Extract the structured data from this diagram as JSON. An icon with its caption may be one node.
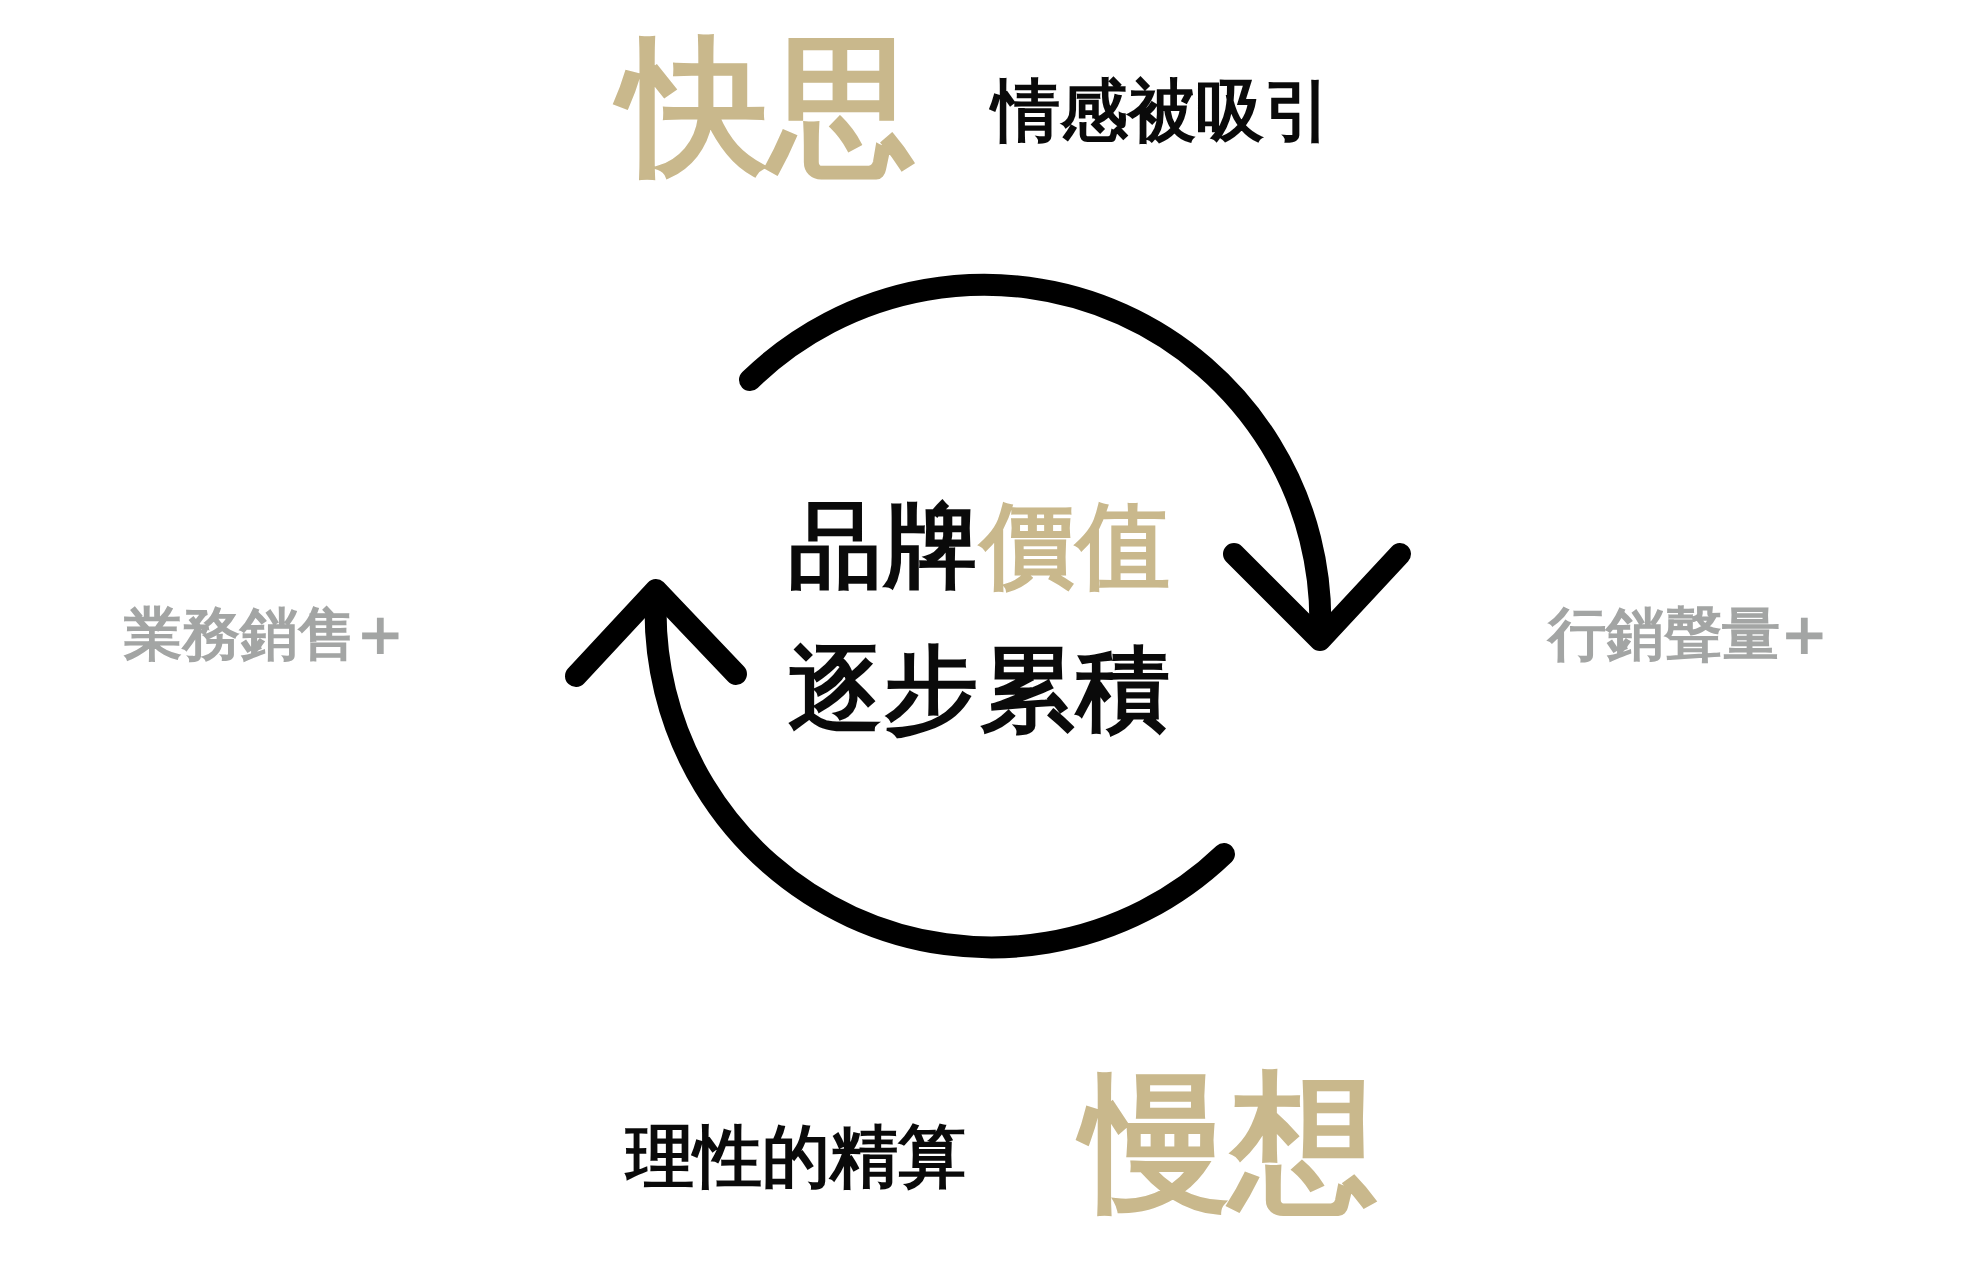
{
  "diagram": {
    "labels": [
      "快思",
      "情感被吸引",
      "業務銷售+",
      "品牌價值逐步累積",
      "行銷聲量+",
      "理性的精算",
      "慢想"
    ]
  }
}
